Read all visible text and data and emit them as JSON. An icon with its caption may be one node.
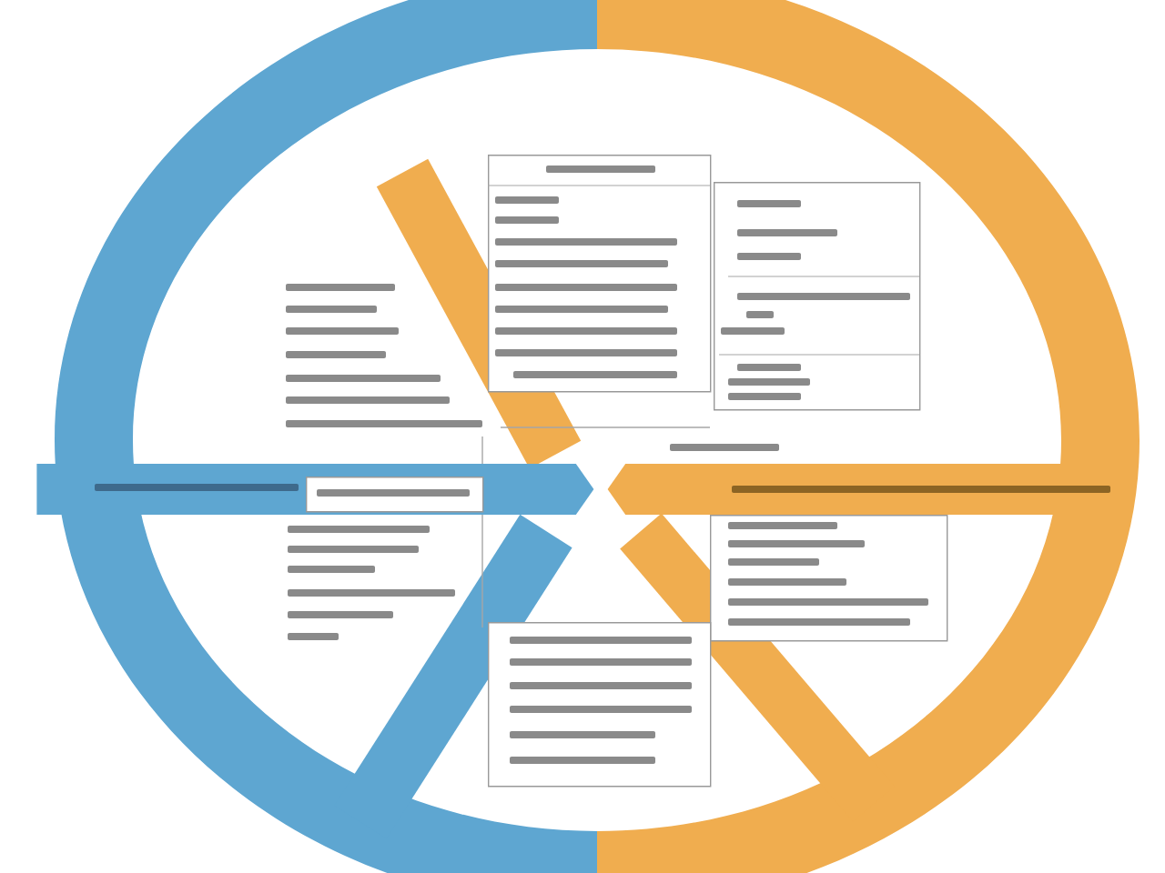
{
  "diagram": {
    "nodes": [
      {
        "text": [],
        "shape": "box"
      },
      {
        "text": [],
        "shape": "box"
      },
      {
        "text": [],
        "shape": "arrow"
      },
      {
        "text": [],
        "shape": "box",
        "in": 2
      },
      {
        "text": [],
        "shape": "arrow"
      },
      {
        "text": [],
        "shape": "box"
      },
      {
        "text": [],
        "shape": "box"
      }
    ]
  }
}
